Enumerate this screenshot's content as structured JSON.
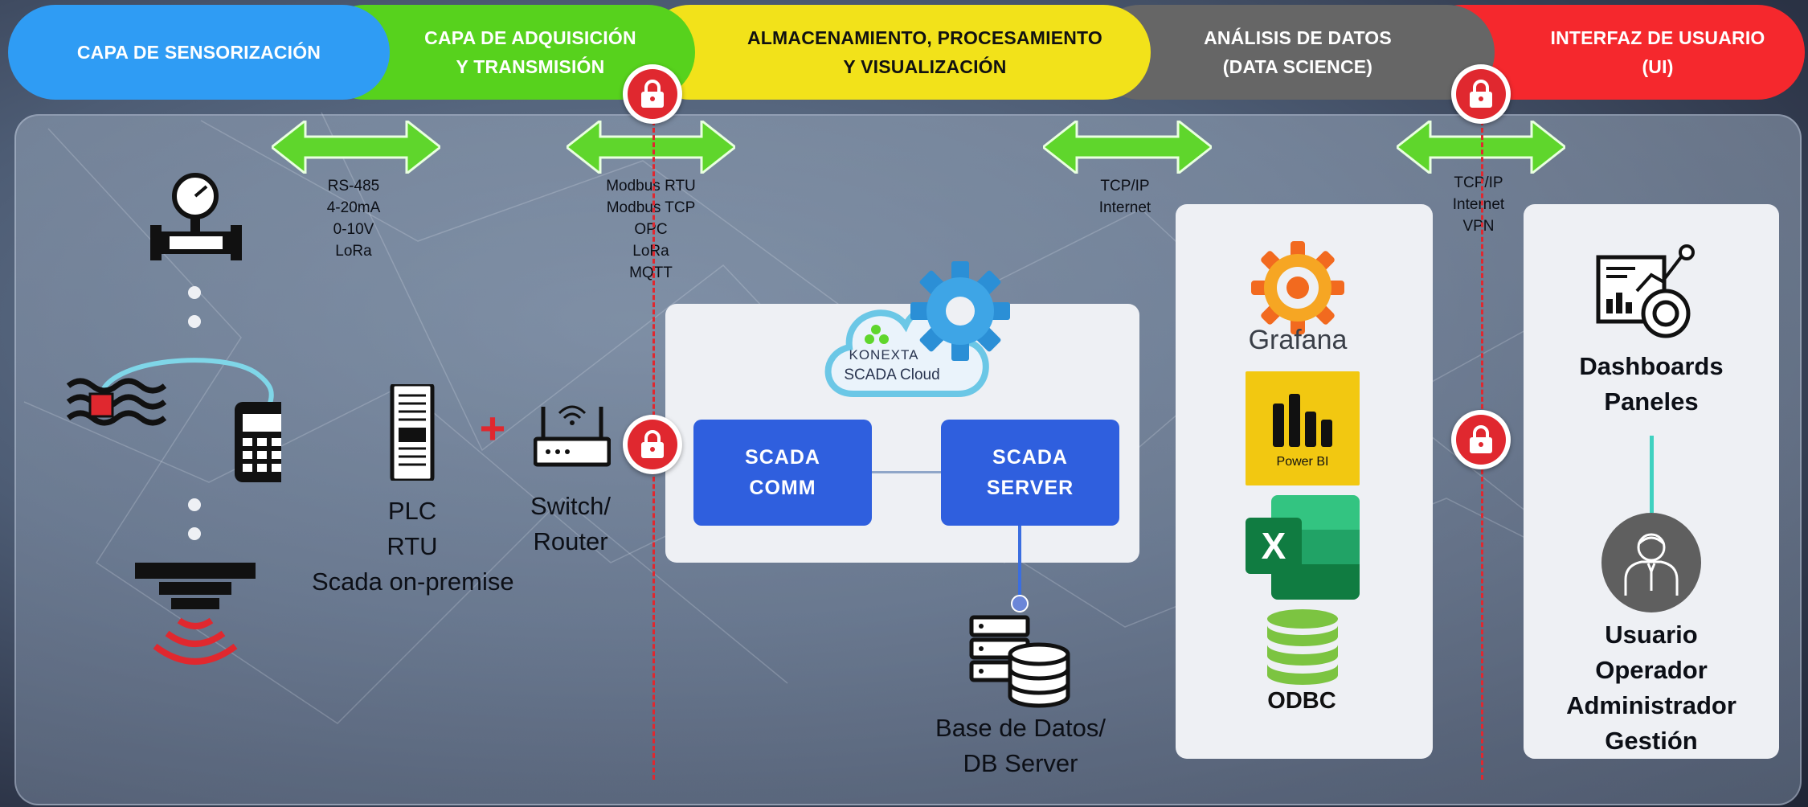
{
  "header": {
    "layers": [
      {
        "label_1": "CAPA DE SENSORIZACIÓN",
        "label_2": "",
        "color": "#2f9cf4"
      },
      {
        "label_1": "CAPA DE ADQUISICIÓN",
        "label_2": "Y TRANSMISIÓN",
        "color": "#57d21d"
      },
      {
        "label_1": "ALMACENAMIENTO, PROCESAMIENTO",
        "label_2": "Y VISUALIZACIÓN",
        "color": "#f2e21a"
      },
      {
        "label_1": "ANÁLISIS DE DATOS",
        "label_2": "(DATA SCIENCE)",
        "color": "#666666"
      },
      {
        "label_1": "INTERFAZ DE USUARIO",
        "label_2": "(UI)",
        "color": "#f5282d"
      }
    ]
  },
  "protocols": {
    "sensor_link": [
      "RS-485",
      "4-20mA",
      "0-10V",
      "LoRa"
    ],
    "acquisition_link": [
      "Modbus RTU",
      "Modbus TCP",
      "OPC",
      "LoRa",
      "MQTT"
    ],
    "storage_link": [
      "TCP/IP",
      "Internet"
    ],
    "ui_link": [
      "TCP/IP",
      "Internet",
      "VPN"
    ]
  },
  "acquisition": {
    "plc_lines": [
      "PLC",
      "RTU",
      "Scada on-premise"
    ],
    "plus": "+",
    "router_lines": [
      "Switch/",
      "Router"
    ]
  },
  "scada_cloud": {
    "brand": "KONEXTA",
    "product": "SCADA Cloud",
    "comm_lines": [
      "SCADA",
      "COMM"
    ],
    "server_lines": [
      "SCADA",
      "SERVER"
    ]
  },
  "database": {
    "lines": [
      "Base de Datos/",
      "DB Server"
    ]
  },
  "analytics": {
    "grafana": "Grafana",
    "powerbi": "Power BI",
    "excel": "X",
    "odbc": "ODBC"
  },
  "ui": {
    "dashboard_lines": [
      "Dashboards",
      "Paneles"
    ],
    "user_lines": [
      "Usuario",
      "Operador",
      "Administrador",
      "Gestión"
    ]
  },
  "colors": {
    "accent_red": "#e0282f",
    "arrow_green": "#5fd62c",
    "scada_blue": "#2f5fde",
    "connector_teal": "#3fd1c0"
  }
}
